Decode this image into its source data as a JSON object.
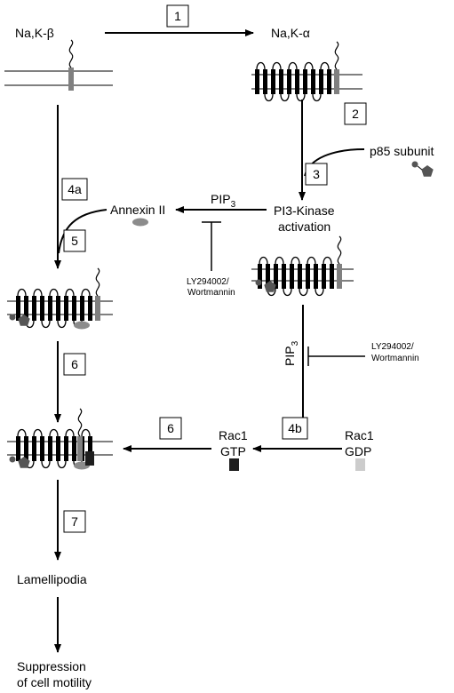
{
  "labels": {
    "na_k_beta": "Na,K-β",
    "na_k_alpha": "Na,K-α",
    "p85_subunit": "p85 subunit",
    "pi3k_line1": "PI3-Kinase",
    "pi3k_line2": "activation",
    "pip3_base": "PIP",
    "pip3_sub": "3",
    "annexin": "Annexin II",
    "inhibitor_line1": "LY294002/",
    "inhibitor_line2": "Wortmannin",
    "rac1": "Rac1",
    "gtp": "GTP",
    "gdp": "GDP",
    "lamellipodia": "Lamellipodia",
    "suppression_line1": "Suppression",
    "suppression_line2": "of cell motility"
  },
  "steps": {
    "s1": "1",
    "s2": "2",
    "s3": "3",
    "s4a": "4a",
    "s5": "5",
    "s6a": "6",
    "s4b": "4b",
    "s6b": "6",
    "s7": "7"
  },
  "colors": {
    "annexin": "#8c8c8c",
    "rac1_gtp": "#1e1e1e",
    "rac1_gdp": "#cccccc",
    "p85": "#555555",
    "beta_segment": "#808080"
  }
}
